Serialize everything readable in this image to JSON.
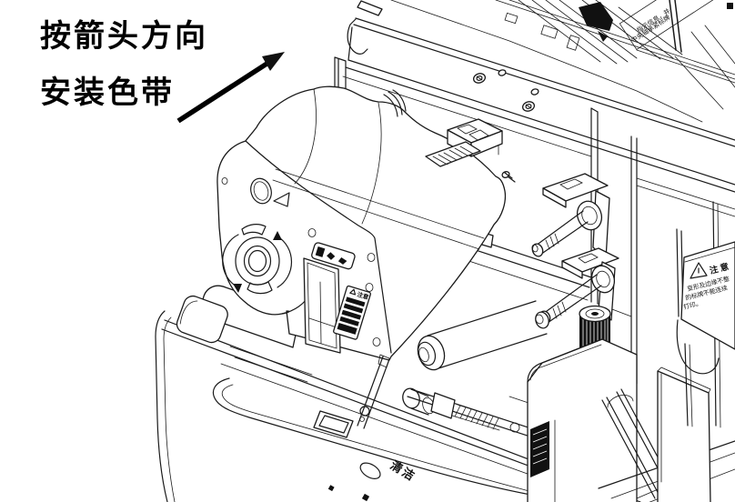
{
  "instruction": {
    "line1": "按箭头方向",
    "line2": "安装色带"
  },
  "arrow": {
    "direction": "up-right",
    "color": "#000000"
  },
  "cassette": {
    "caution_label_title": "注意",
    "slot_icons": [
      "block-icon",
      "star-icon",
      "arrows-icon"
    ],
    "rotation_indicator": "rotation-arrows-icon"
  },
  "machine_labels": {
    "lid_text_line1": "指示信息，并",
    "lid_text_line2": "中央轴承紧标牌",
    "right_caution_title": "注 意",
    "right_caution_line1": "变形及边缘不整",
    "right_caution_line2": "的标牌不能连续",
    "right_caution_line3": "打印。",
    "clean_text": "清洁"
  },
  "colors": {
    "ink": "#1a1a1a",
    "black_fill": "#111111",
    "paper": "#ffffff"
  }
}
